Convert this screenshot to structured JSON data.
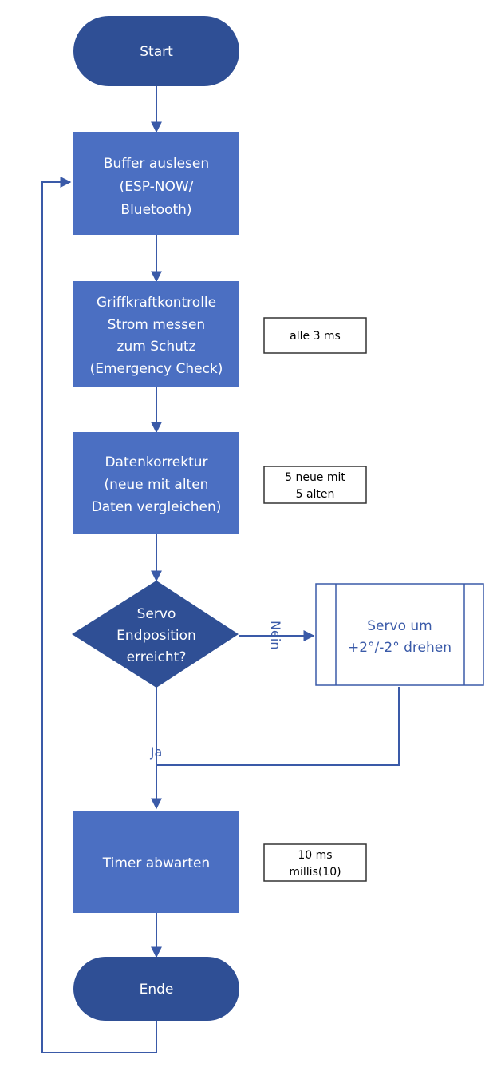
{
  "colors": {
    "terminal_fill": "#2f4f95",
    "process_fill": "#4b6fc2",
    "decision_fill": "#2f4f95",
    "line": "#3a5aa8",
    "subprocess_border": "#3a5aa8",
    "subprocess_fill": "#ffffff",
    "note_border": "#333333"
  },
  "nodes": {
    "start": {
      "lines": [
        "Start"
      ]
    },
    "buffer": {
      "lines": [
        "Buffer auslesen",
        "(ESP-NOW/",
        "Bluetooth)"
      ]
    },
    "griff": {
      "lines": [
        "Griffkraftkontrolle",
        "Strom messen",
        "zum Schutz",
        "(Emergency Check)"
      ]
    },
    "daten": {
      "lines": [
        "Datenkorrektur",
        "(neue mit alten",
        "Daten vergleichen)"
      ]
    },
    "decision": {
      "lines": [
        "Servo",
        "Endposition",
        "erreicht?"
      ]
    },
    "servo_drehen": {
      "lines": [
        "Servo um",
        "+2°/-2° drehen"
      ]
    },
    "timer": {
      "lines": [
        "Timer abwarten"
      ]
    },
    "ende": {
      "lines": [
        "Ende"
      ]
    }
  },
  "notes": {
    "alle3ms": {
      "lines": [
        "alle 3 ms"
      ]
    },
    "neue_alte": {
      "lines": [
        "5 neue mit",
        "5 alten"
      ]
    },
    "millis": {
      "lines": [
        "10 ms",
        "millis(10)"
      ]
    }
  },
  "edge_labels": {
    "nein": "Nein",
    "ja": "Ja"
  }
}
